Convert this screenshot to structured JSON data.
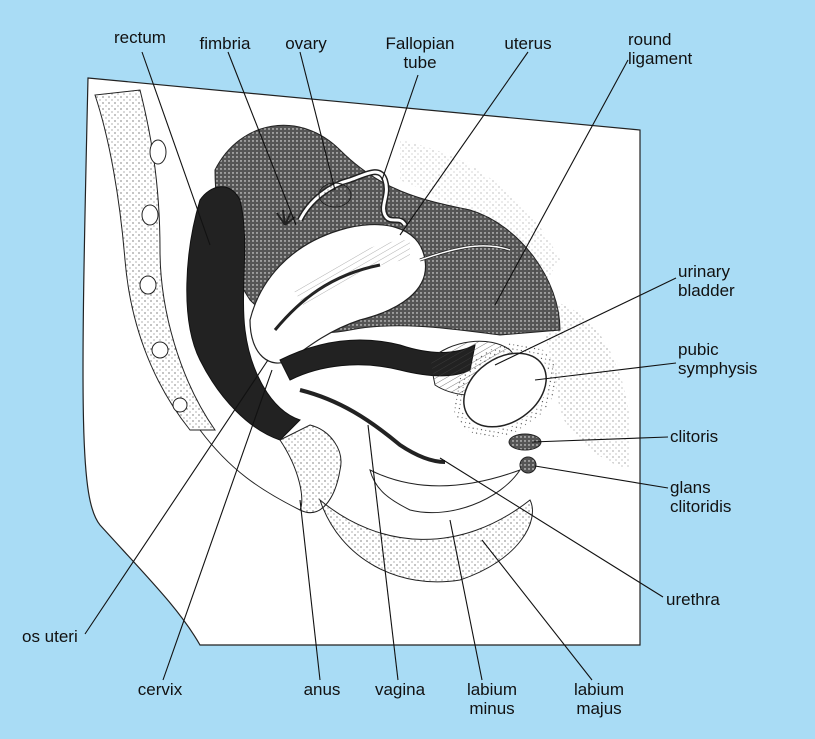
{
  "diagram": {
    "background_color": "#a9dcf5",
    "labels": {
      "rectum": "rectum",
      "fimbria": "fimbria",
      "ovary": "ovary",
      "fallopian_tube": [
        "Fallopian",
        "tube"
      ],
      "uterus": "uterus",
      "round_ligament": [
        "round",
        "ligament"
      ],
      "urinary_bladder": [
        "urinary",
        "bladder"
      ],
      "pubic_symphysis": [
        "pubic",
        "symphysis"
      ],
      "clitoris": "clitoris",
      "glans_clitoridis": [
        "glans",
        "clitoridis"
      ],
      "urethra": "urethra",
      "os_uteri": "os uteri",
      "cervix": "cervix",
      "anus": "anus",
      "vagina": "vagina",
      "labium_minus": [
        "labium",
        "minus"
      ],
      "labium_majus": [
        "labium",
        "majus"
      ]
    }
  }
}
